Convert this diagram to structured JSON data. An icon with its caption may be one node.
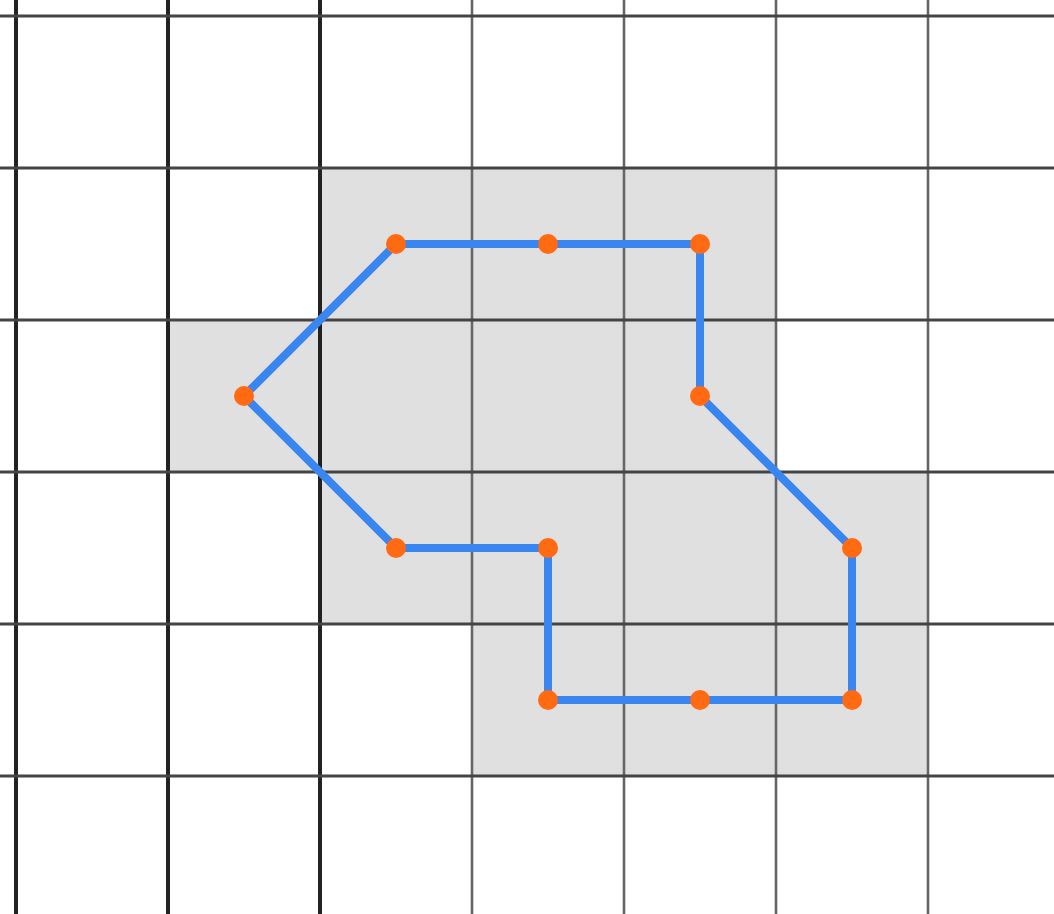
{
  "diagram": {
    "nodes": [
      {
        "text": [],
        "shape": "circle"
      },
      {
        "text": [],
        "shape": "circle"
      },
      {
        "text": [],
        "shape": "circle"
      },
      {
        "text": [],
        "shape": "circle"
      },
      {
        "text": [],
        "shape": "circle"
      },
      {
        "text": [],
        "shape": "circle"
      },
      {
        "text": [],
        "shape": "circle"
      },
      {
        "text": [],
        "shape": "circle"
      },
      {
        "text": [],
        "shape": "circle"
      },
      {
        "text": [],
        "shape": "circle"
      },
      {
        "text": [],
        "shape": "circle"
      }
    ],
    "edges": [
      {
        "from": 0,
        "to": 1,
        "arrow": "none"
      },
      {
        "from": 1,
        "to": 2,
        "arrow": "none"
      },
      {
        "from": 2,
        "to": 4,
        "arrow": "none"
      },
      {
        "from": 4,
        "to": 7,
        "arrow": "none"
      },
      {
        "from": 7,
        "to": 10,
        "arrow": "none"
      },
      {
        "from": 10,
        "to": 9,
        "arrow": "none"
      },
      {
        "from": 9,
        "to": 8,
        "arrow": "none"
      },
      {
        "from": 8,
        "to": 6,
        "arrow": "none"
      },
      {
        "from": 6,
        "to": 5,
        "arrow": "none"
      },
      {
        "from": 5,
        "to": 3,
        "arrow": "none"
      },
      {
        "from": 3,
        "to": 0,
        "arrow": "none"
      }
    ]
  }
}
